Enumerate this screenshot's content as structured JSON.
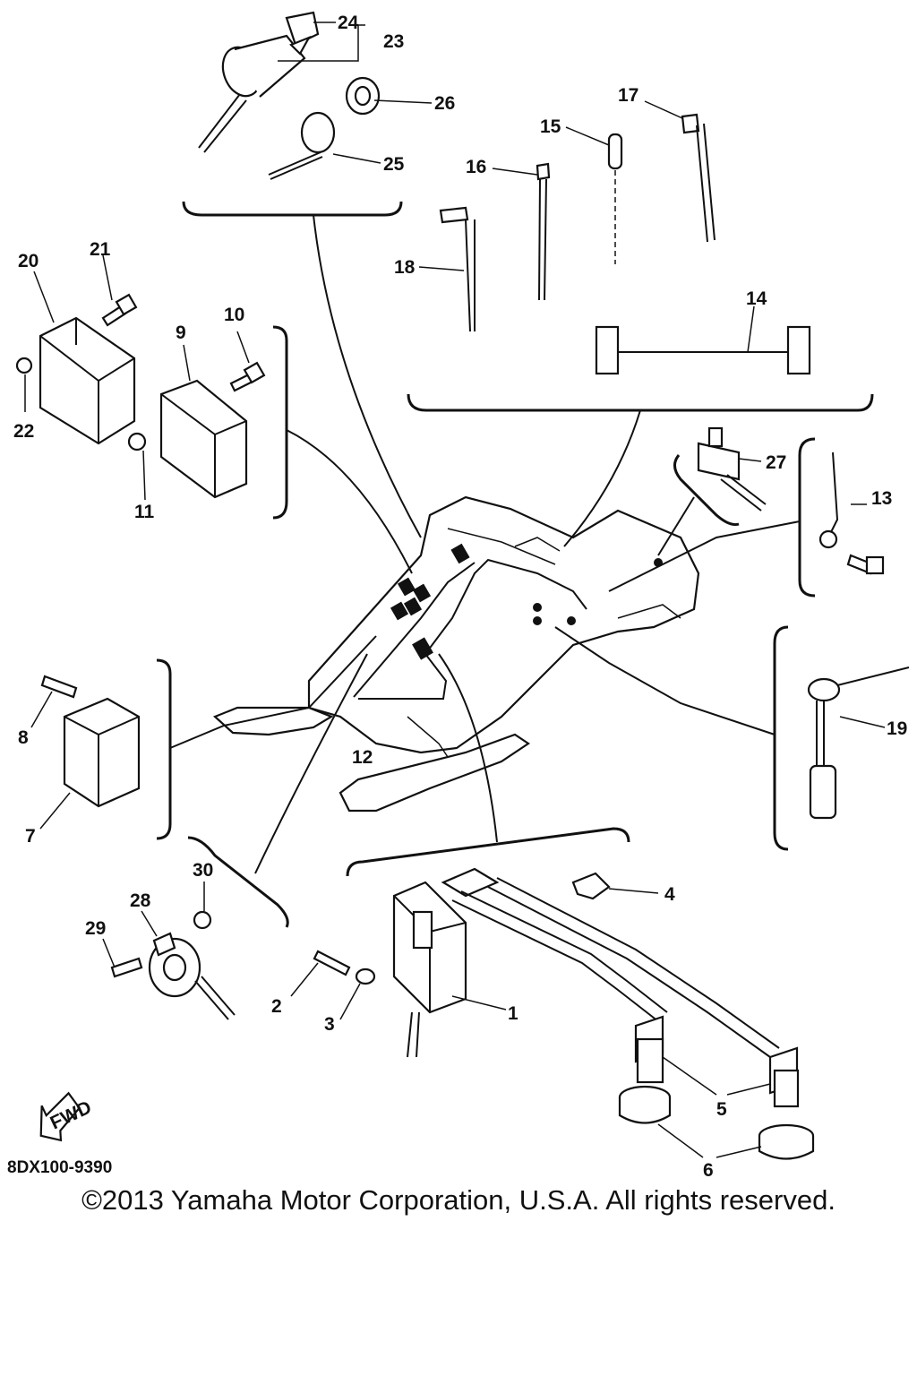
{
  "callouts": {
    "c1": "1",
    "c2": "2",
    "c3": "3",
    "c4": "4",
    "c5": "5",
    "c6": "6",
    "c7": "7",
    "c8": "8",
    "c9": "9",
    "c10": "10",
    "c11": "11",
    "c12": "12",
    "c13": "13",
    "c14": "14",
    "c15": "15",
    "c16": "16",
    "c17": "17",
    "c18": "18",
    "c19": "19",
    "c20": "20",
    "c21": "21",
    "c22": "22",
    "c23": "23",
    "c24": "24",
    "c25": "25",
    "c26": "26",
    "c27": "27",
    "c28": "28",
    "c29": "29",
    "c30": "30"
  },
  "fwd_label": "FWD",
  "catalog_code": "8DX100-9390",
  "copyright": "©2013 Yamaha Motor Corporation, U.S.A. All rights reserved."
}
